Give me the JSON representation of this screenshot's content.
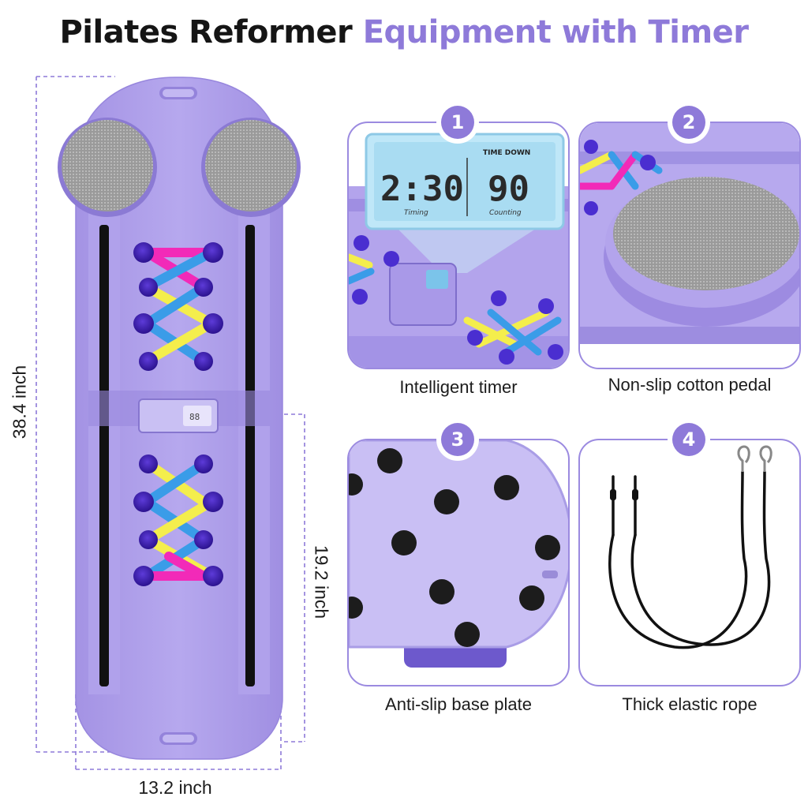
{
  "title": {
    "part1": "Pilates Reformer",
    "part2": "Equipment with Timer"
  },
  "dimensions": {
    "length": "38.4 inch",
    "width": "13.2 inch",
    "half_length": "19.2 inch"
  },
  "features": [
    {
      "number": "1",
      "caption": "Intelligent timer"
    },
    {
      "number": "2",
      "caption": "Non-slip cotton pedal"
    },
    {
      "number": "3",
      "caption": "Anti-slip base plate"
    },
    {
      "number": "4",
      "caption": "Thick elastic rope"
    }
  ],
  "timer_display": {
    "header": "TIME DOWN",
    "left_value": "2:30",
    "left_label": "Timing",
    "right_value": "90",
    "right_label": "Counting"
  },
  "colors": {
    "accent": "#8e7ad9",
    "board": "#ac9ce8",
    "pink": "#f22ab8",
    "blue": "#3a9ce8",
    "yellow": "#f4ee4c"
  }
}
